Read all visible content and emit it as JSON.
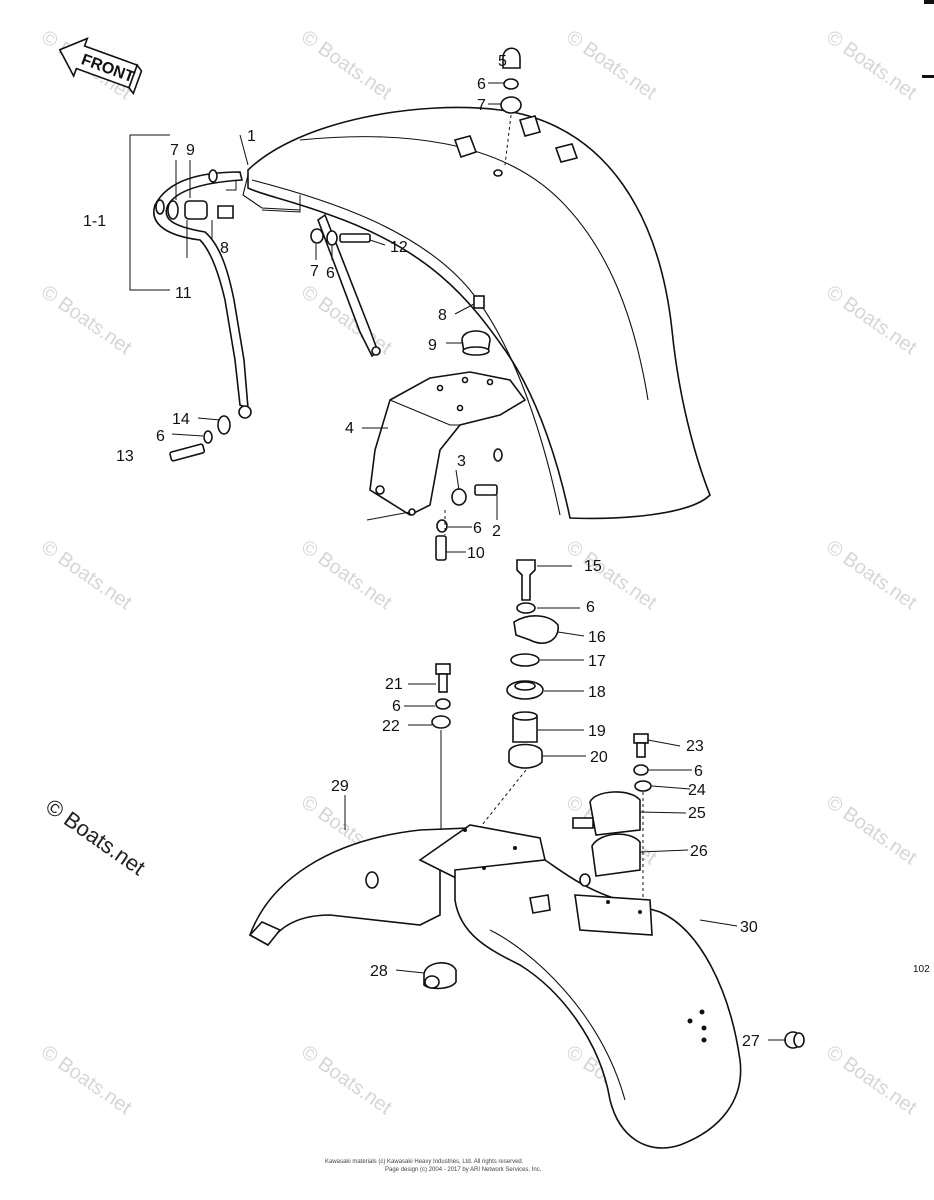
{
  "diagram": {
    "front_label": "FRONT",
    "figure_number": "102",
    "watermark_text": "© Boats.net",
    "watermark_prominent": "© Boats.net",
    "copyright_line1": "Kawasaki materials (c) Kawasaki Heavy Industries, Ltd. All rights reserved.",
    "copyright_line2": "Page design (c) 2004 - 2017 by ARI Network Services, Inc.",
    "callouts": {
      "c1": "1",
      "c1_1": "1-1",
      "c2": "2",
      "c3": "3",
      "c4": "4",
      "c5": "5",
      "c6": "6",
      "c7": "7",
      "c8": "8",
      "c9": "9",
      "c10": "10",
      "c11": "11",
      "c12": "12",
      "c13": "13",
      "c14": "14",
      "c15": "15",
      "c16": "16",
      "c17": "17",
      "c18": "18",
      "c19": "19",
      "c20": "20",
      "c21": "21",
      "c22": "22",
      "c23": "23",
      "c24": "24",
      "c25": "25",
      "c26": "26",
      "c27": "27",
      "c28": "28",
      "c29": "29",
      "c30": "30"
    }
  }
}
